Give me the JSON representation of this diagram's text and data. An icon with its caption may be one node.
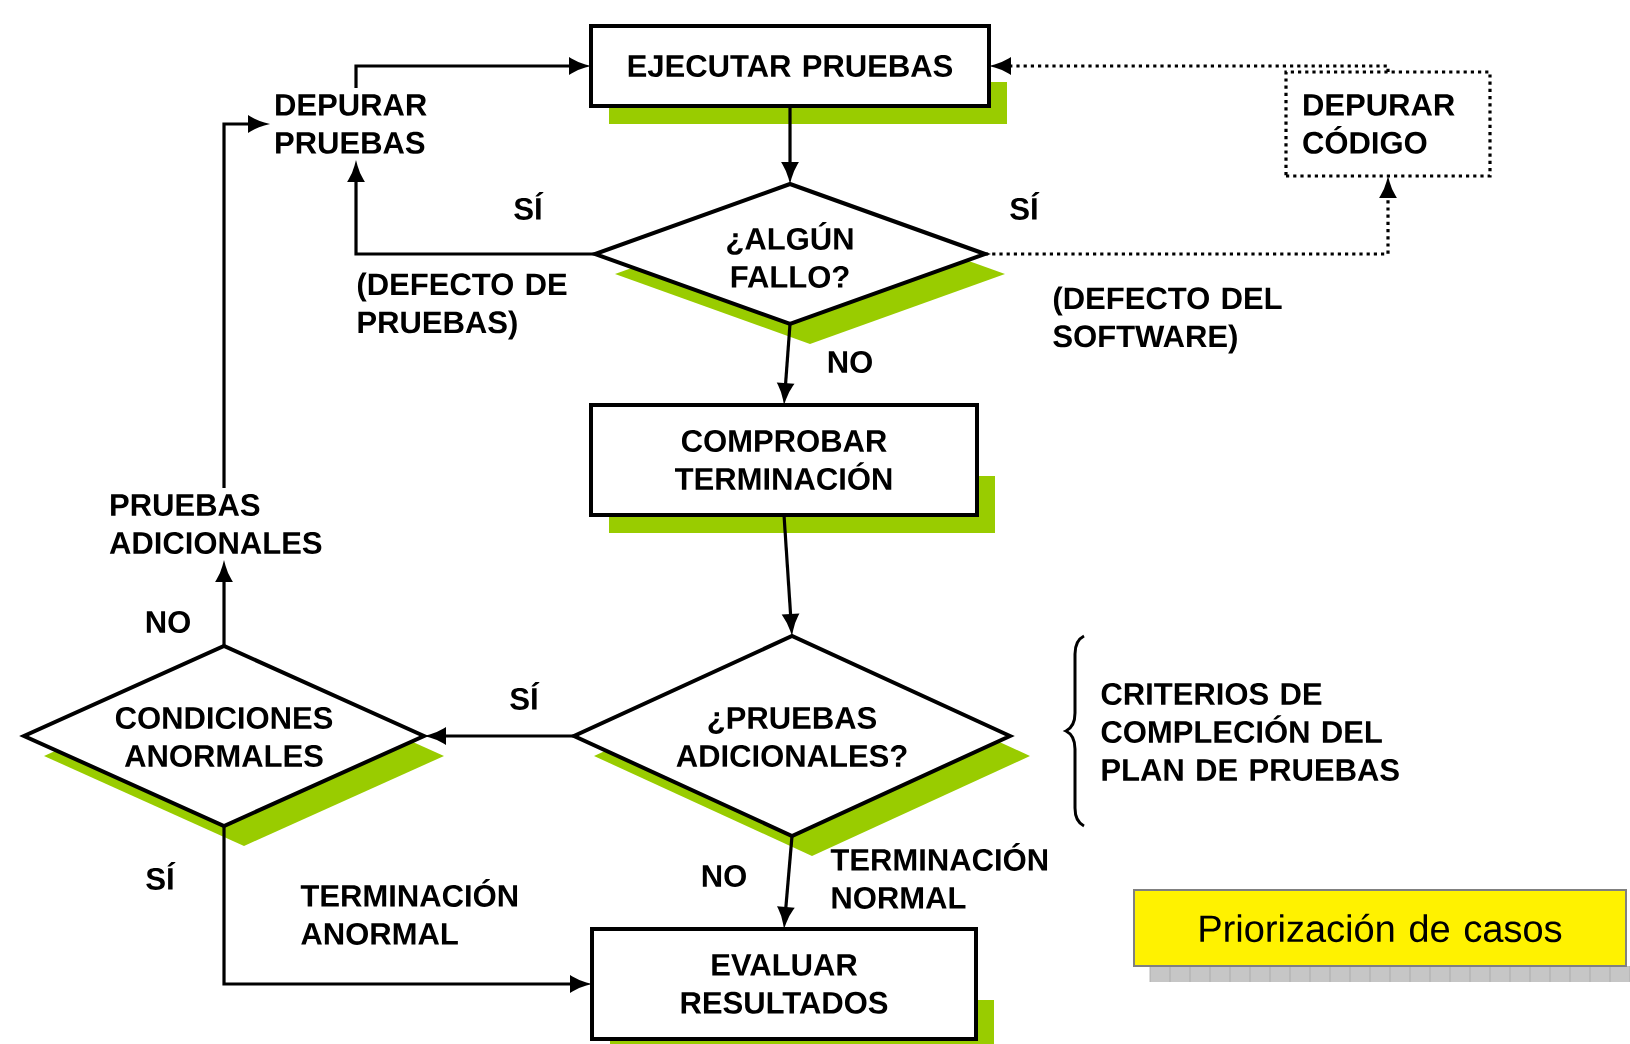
{
  "diagram": {
    "nodes": [
      {
        "text": [
          "EJECUTAR PRUEBAS"
        ]
      },
      {
        "text": [
          "DEPURAR PRUEBAS"
        ]
      },
      {
        "text": [
          "DEPURAR CÓDIGO"
        ]
      },
      {
        "text": [
          "¿ALGÚN FALLO?"
        ]
      },
      {
        "text": [
          "COMPROBAR TERMINACIÓN"
        ]
      },
      {
        "text": [
          "¿PRUEBAS ADICIONALES?"
        ]
      },
      {
        "text": [
          "CONDICIONES ANORMALES"
        ]
      },
      {
        "text": [
          "PRUEBAS ADICIONALES"
        ]
      },
      {
        "text": [
          "EVALUAR RESULTADOS"
        ]
      },
      {
        "text": [
          "Priorización de casos"
        ]
      }
    ],
    "edges": [
      {
        "from": 0,
        "to": 3,
        "arrow": "to"
      },
      {
        "from": 3,
        "to": 1,
        "arrow": "to",
        "label": "SÍ"
      },
      {
        "from": 1,
        "to": 0,
        "arrow": "to"
      },
      {
        "from": 3,
        "to": 2,
        "arrow": "to",
        "label": "SÍ",
        "style": "dashed"
      },
      {
        "from": 2,
        "to": 0,
        "arrow": "to",
        "style": "dashed"
      },
      {
        "from": 3,
        "to": 4,
        "arrow": "to",
        "label": "NO"
      },
      {
        "from": 4,
        "to": 5,
        "arrow": "to"
      },
      {
        "from": 5,
        "to": 6,
        "arrow": "to",
        "label": "SÍ"
      },
      {
        "from": 5,
        "to": 8,
        "arrow": "to",
        "label": "NO"
      },
      {
        "from": 6,
        "to": 7,
        "arrow": "to",
        "label": "NO"
      },
      {
        "from": 7,
        "to": 1,
        "arrow": "to"
      },
      {
        "from": 6,
        "to": 8,
        "arrow": "to",
        "label": "SÍ"
      }
    ],
    "labels": [
      "(DEFECTO DE PRUEBAS)",
      "(DEFECTO DEL SOFTWARE)",
      "CRITERIOS DE COMPLECIÓN DEL PLAN DE PRUEBAS",
      "TERMINACIÓN NORMAL",
      "TERMINACIÓN ANORMAL"
    ]
  }
}
